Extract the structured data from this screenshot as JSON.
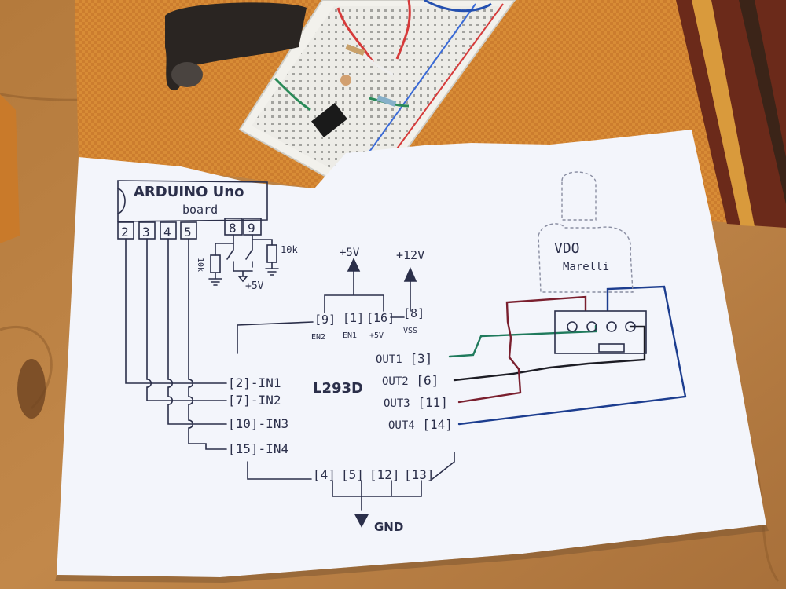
{
  "arduino": {
    "title": "ARDUINO Uno",
    "subtitle": "board",
    "pins": [
      "2",
      "3",
      "4",
      "5",
      "8",
      "9"
    ]
  },
  "resistors": {
    "left": "10k",
    "right": "10k"
  },
  "arduino_supply": "+5V",
  "supplies": {
    "logic": "+5V",
    "motor": "+12V"
  },
  "chip": {
    "name": "L293D",
    "top_pins": [
      {
        "pin": "9",
        "label": "EN2"
      },
      {
        "pin": "1",
        "label": "EN1"
      },
      {
        "pin": "16",
        "label": "+5V"
      },
      {
        "pin": "8",
        "label": "VSS"
      }
    ],
    "inputs": [
      {
        "pin": "2",
        "label": "-IN1"
      },
      {
        "pin": "7",
        "label": "-IN2"
      },
      {
        "pin": "10",
        "label": "-IN3"
      },
      {
        "pin": "15",
        "label": "-IN4"
      }
    ],
    "outputs": [
      {
        "label": "OUT1",
        "pin": "3"
      },
      {
        "label": "OUT2",
        "pin": "6"
      },
      {
        "label": "OUT3",
        "pin": "11"
      },
      {
        "label": "OUT4",
        "pin": "14"
      }
    ],
    "ground_pins": [
      "4",
      "5",
      "12",
      "13"
    ]
  },
  "ground_label": "GND",
  "gauge": {
    "brand": "VDO",
    "maker": "Marelli"
  },
  "colors": {
    "ink": "#2b2f4a",
    "wire_green": "#1f7a5c",
    "wire_black": "#1c1c24",
    "wire_maroon": "#7a1f2e",
    "wire_blue": "#1c3d8f",
    "mat_orange": "#c97a2a",
    "table_wood": "#b37b3e",
    "paper": "#f4f6fb"
  }
}
